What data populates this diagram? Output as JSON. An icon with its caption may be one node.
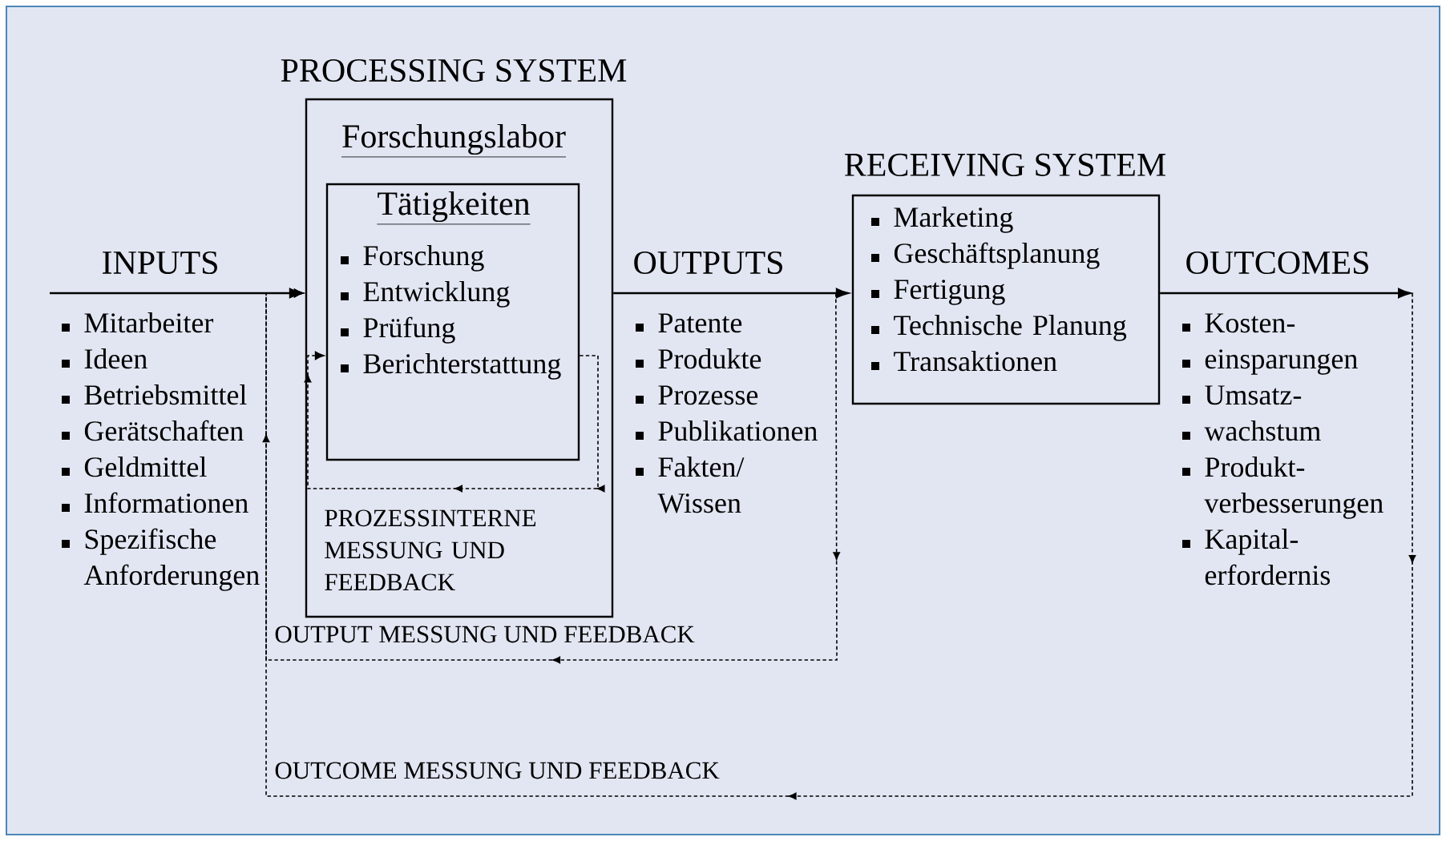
{
  "diagram": {
    "nodes": [
      {
        "text": [
          "PROCESSING SYSTEM",
          "Forschungslabor",
          "PROZESSINTERNE MESSUNG UND FEEDBACK"
        ]
      },
      {
        "text": [
          "Tätigkeiten",
          "Forschung",
          "Entwicklung",
          "Prüfung",
          "Berichterstattung"
        ],
        "in": 0
      },
      {
        "text": [
          "RECEIVING SYSTEM",
          "Marketing",
          "Geschäftsplanung",
          "Fertigung",
          "Technische Planung",
          "Transaktionen"
        ]
      }
    ],
    "edges": [
      {
        "from": null,
        "to": 0,
        "arrow": "to",
        "label": "INPUTS"
      },
      {
        "from": 0,
        "to": 2,
        "arrow": "to",
        "label": "OUTPUTS"
      },
      {
        "from": 2,
        "to": null,
        "arrow": "to",
        "label": "OUTCOMES"
      },
      {
        "from": 1,
        "to": 1,
        "arrow": "to",
        "style": "dashed"
      },
      {
        "from": 2,
        "to": 0,
        "arrow": "to",
        "style": "dashed",
        "label": "OUTPUT MESSUNG UND FEEDBACK"
      },
      {
        "from": null,
        "to": 0,
        "arrow": "to",
        "style": "dashed",
        "label": "OUTCOME MESSUNG UND FEEDBACK"
      }
    ],
    "labels": [
      "Mitarbeiter",
      "Ideen",
      "Betriebsmittel",
      "Gerätschaften",
      "Geldmittel",
      "Informationen",
      "Spezifische Anforderungen",
      "Patente",
      "Produkte",
      "Prozesse",
      "Publikationen",
      "Fakten/ Wissen",
      "Kosten-",
      "einsparungen",
      "Umsatz-",
      "wachstum",
      "Produkt- verbesserungen",
      "Kapital- erfordernis"
    ]
  }
}
